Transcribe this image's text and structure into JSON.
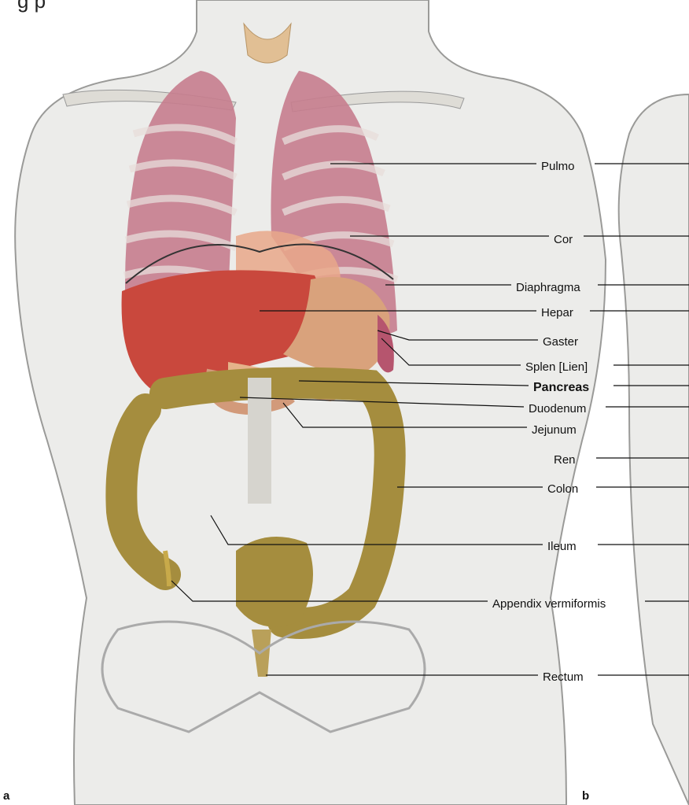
{
  "caption_partial": "g                                                    p",
  "panels": {
    "a": "a",
    "b": "b"
  },
  "labels": [
    {
      "id": "pulmo",
      "text": "Pulmo",
      "bold": false
    },
    {
      "id": "cor",
      "text": "Cor",
      "bold": false
    },
    {
      "id": "diaphragma",
      "text": "Diaphragma",
      "bold": false
    },
    {
      "id": "hepar",
      "text": "Hepar",
      "bold": false
    },
    {
      "id": "gaster",
      "text": "Gaster",
      "bold": false
    },
    {
      "id": "splen",
      "text": "Splen [Lien]",
      "bold": false
    },
    {
      "id": "pancreas",
      "text": "Pancreas",
      "bold": true
    },
    {
      "id": "duodenum",
      "text": "Duodenum",
      "bold": false
    },
    {
      "id": "jejunum",
      "text": "Jejunum",
      "bold": false
    },
    {
      "id": "ren",
      "text": "Ren",
      "bold": false
    },
    {
      "id": "colon",
      "text": "Colon",
      "bold": false
    },
    {
      "id": "ileum",
      "text": "Ileum",
      "bold": false
    },
    {
      "id": "appendix",
      "text": "Appendix vermiformis",
      "bold": false
    },
    {
      "id": "rectum",
      "text": "Rectum",
      "bold": false
    }
  ],
  "colors": {
    "skin": "#ececea",
    "skin_outline": "#9a9a98",
    "bone": "#dedcd6",
    "lung": "#c77d8e",
    "heart": "#e9a88a",
    "liver": "#c9483d",
    "stomach": "#d9a27c",
    "intestine": "#a58d3e",
    "leader": "#111111"
  }
}
